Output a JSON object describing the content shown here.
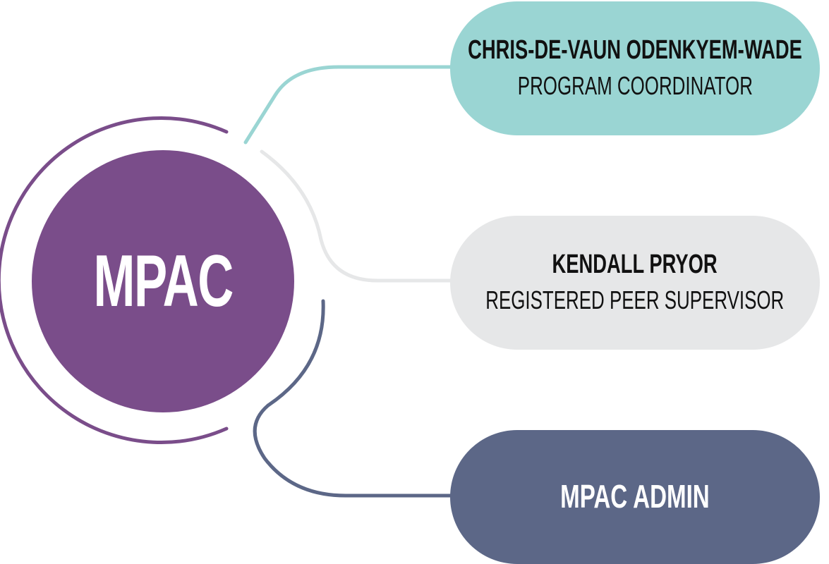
{
  "hub": {
    "label": "MPAC"
  },
  "nodes": [
    {
      "name": "CHRIS-DE-VAUN ODENKYEM-WADE",
      "role": "PROGRAM COORDINATOR"
    },
    {
      "name": "KENDALL PRYOR",
      "role": "REGISTERED PEER SUPERVISOR"
    },
    {
      "name": "MPAC ADMIN"
    }
  ],
  "colors": {
    "hub": "#7a4d8a",
    "teal": "#9ad5d3",
    "light_gray": "#e6e7e8",
    "slate": "#5c6787"
  }
}
